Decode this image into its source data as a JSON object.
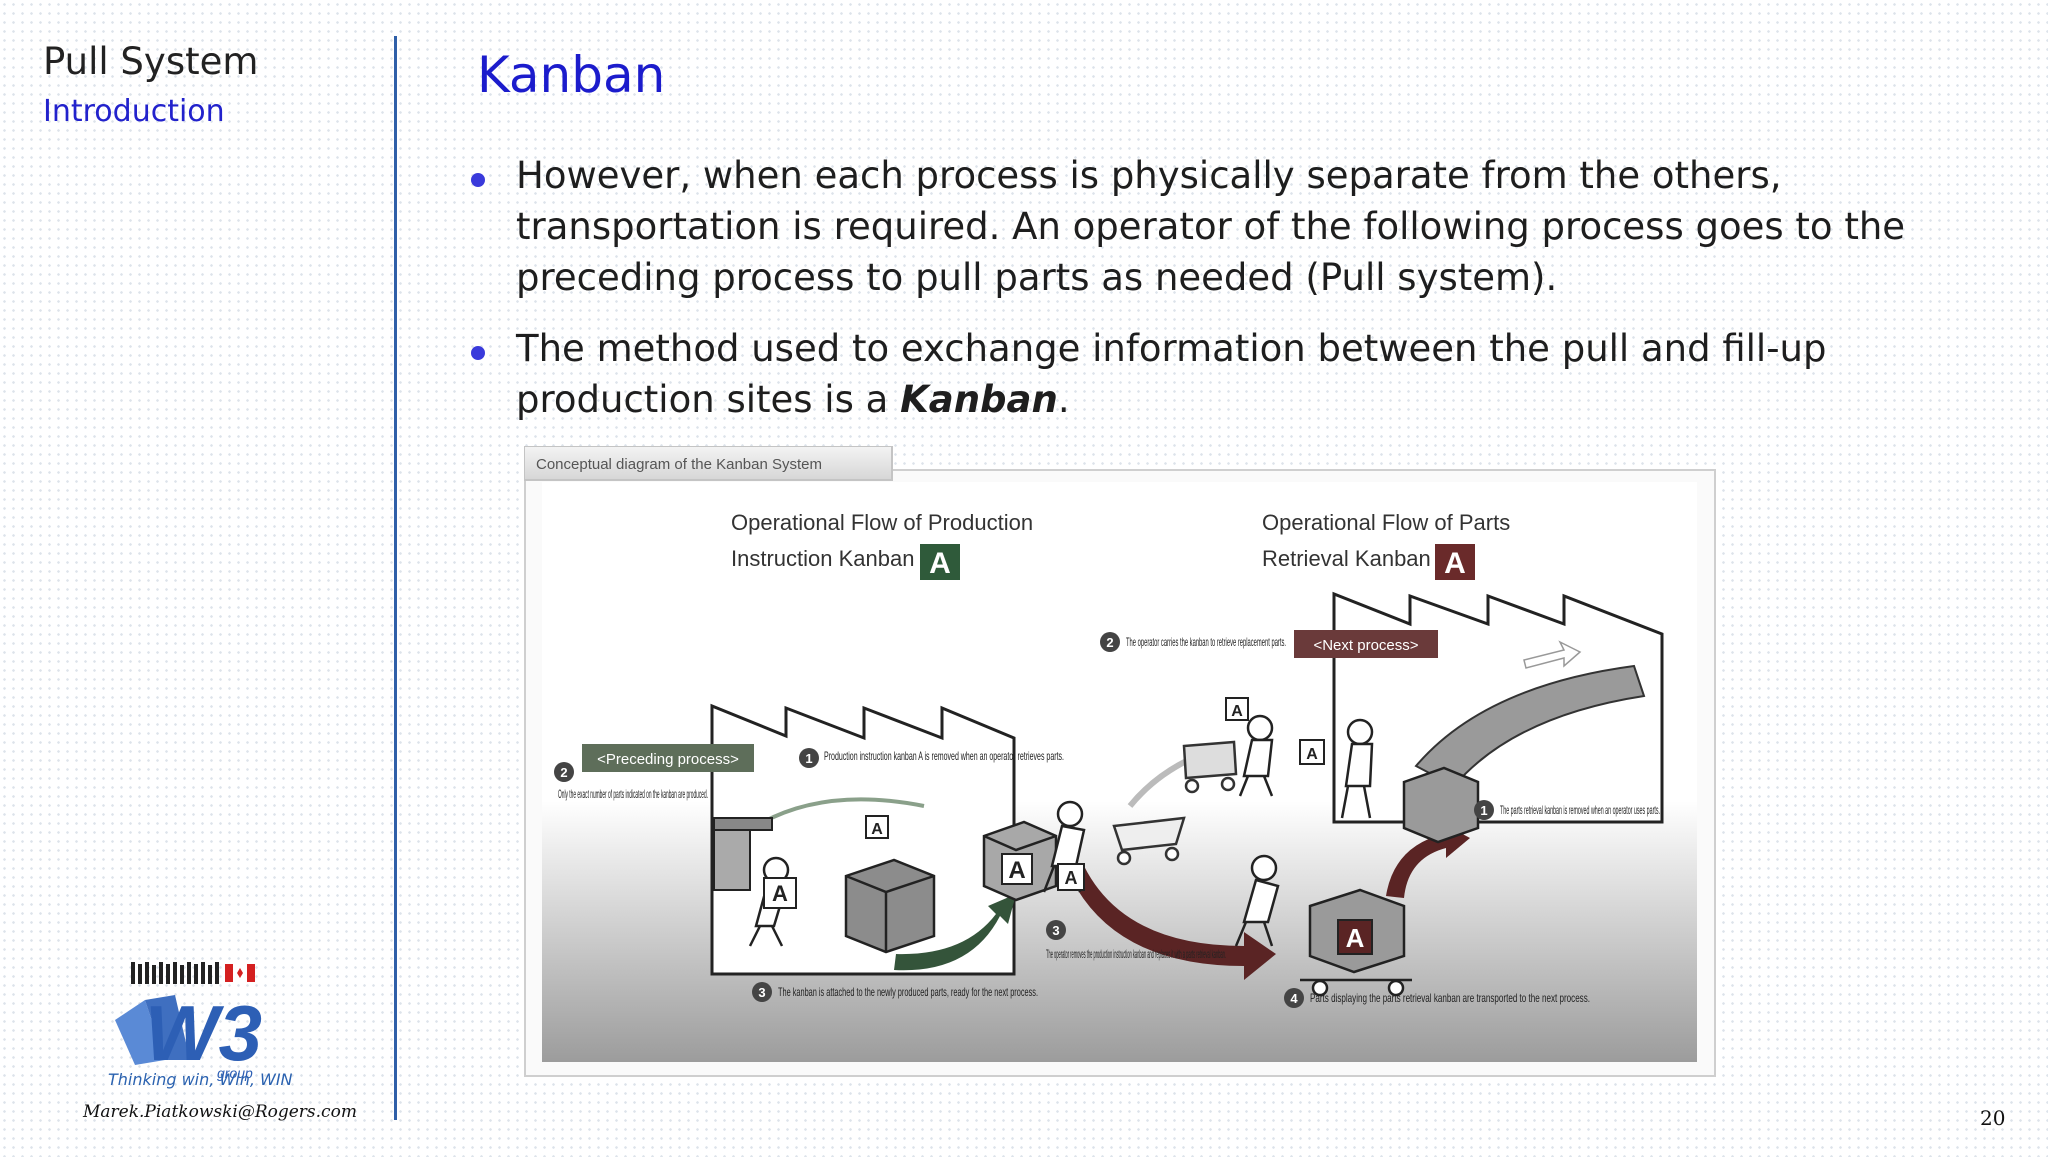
{
  "sidebar": {
    "title": "Pull System",
    "subtitle": "Introduction",
    "tagline": "Thinking win, Win, WIN",
    "email": "Marek.Piatkowski@Rogers.com",
    "logo_text": "W3",
    "logo_group": "group"
  },
  "slide": {
    "title": "Kanban",
    "bullet1": "However, when each process is physically separate from the others, transportation is required.  An operator of the following process goes to the preceding process to pull parts as needed (Pull system).",
    "bullet2_pre": "The method used to exchange information between the pull and fill-up production sites is a ",
    "bullet2_em": "Kanban",
    "bullet2_post": ".",
    "page_number": "20"
  },
  "diagram": {
    "tab_label": "Conceptual diagram of the Kanban System",
    "flow_production_line1": "Operational Flow of Production",
    "flow_production_line2": "Instruction Kanban",
    "flow_parts_line1": "Operational Flow of Parts",
    "flow_parts_line2": "Retrieval Kanban",
    "kanban_letter": "A",
    "preceding_process": "<Preceding process>",
    "next_process": "<Next process>",
    "step_left_1": "Production instruction kanban A is removed when an operator retrieves parts.",
    "step_left_2": "Only the exact number of parts indicated on the kanban are produced.",
    "step_left_3": "The kanban is attached to the newly produced parts, ready for the next process.",
    "step_mid_2": "The operator carries the kanban to retrieve replacement parts.",
    "step_mid_3": "The operator removes the production instruction kanban and replaces it with a parts retrieval kanban.",
    "step_right_1": "The parts retrieval kanban is removed when an operator uses parts.",
    "step_right_4": "Parts displaying the parts retrieval kanban are transported to the next process.",
    "num1": "1",
    "num2": "2",
    "num3": "3",
    "num4": "4",
    "colors": {
      "green": "#3e5e3e",
      "maroon": "#6a2a2a",
      "accent": "#1c1ccc"
    }
  }
}
